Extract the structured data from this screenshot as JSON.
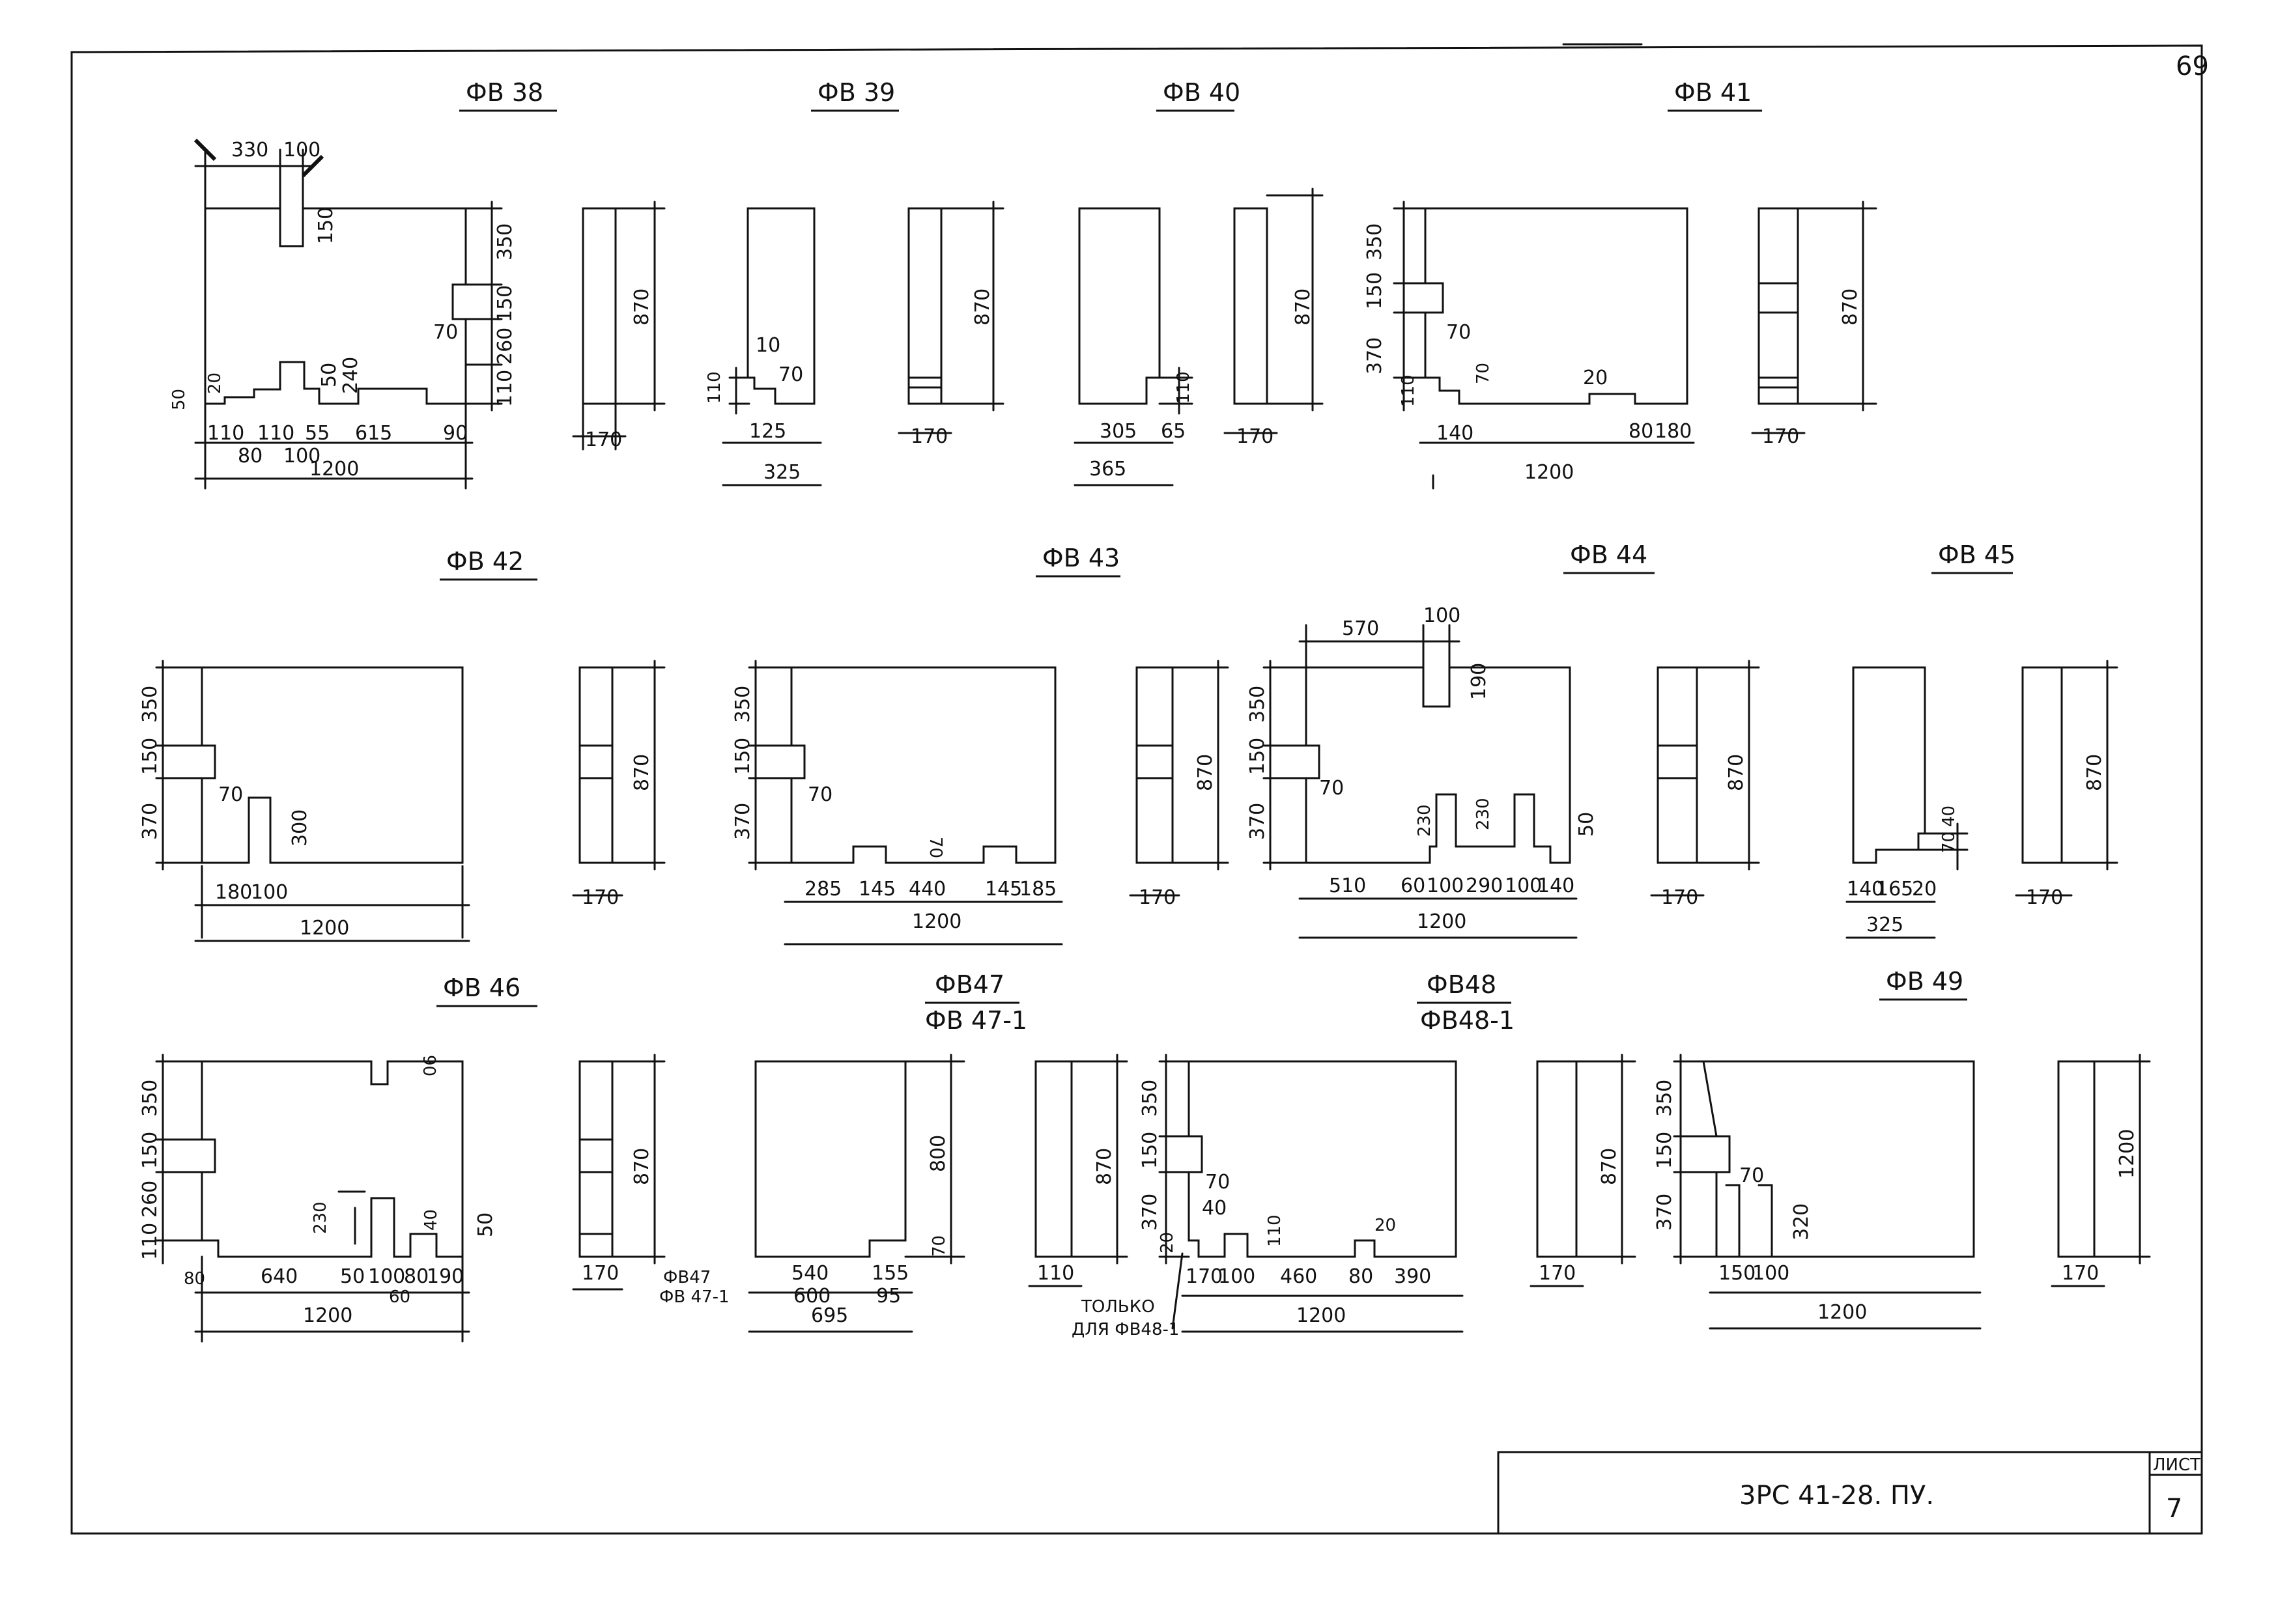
{
  "sheet": {
    "page_number": "69",
    "title_block": {
      "code": "3РС 41-28. ПУ.",
      "sheet_label": "ЛИСТ",
      "sheet_number": "7"
    }
  },
  "panels": {
    "fv38": {
      "title": "ФВ 38",
      "dims": [
        "330",
        "100",
        "150",
        "350",
        "150",
        "260",
        "110",
        "70",
        "50",
        "240",
        "20",
        "50",
        "110",
        "80",
        "110",
        "100",
        "55",
        "615",
        "90",
        "1200",
        "170",
        "870"
      ]
    },
    "fv39": {
      "title": "ФВ 39",
      "dims": [
        "110",
        "10",
        "70",
        "125",
        "325",
        "170",
        "870"
      ]
    },
    "fv40": {
      "title": "ФВ 40",
      "dims": [
        "110",
        "305",
        "65",
        "365",
        "170",
        "870"
      ]
    },
    "fv41": {
      "title": "ФВ 41",
      "dims": [
        "350",
        "150",
        "370",
        "110",
        "70",
        "70",
        "20",
        "140",
        "80",
        "180",
        "1200",
        "170",
        "870"
      ]
    },
    "fv42": {
      "title": "ФВ 42",
      "dims": [
        "350",
        "150",
        "370",
        "70",
        "300",
        "180",
        "100",
        "1200",
        "170",
        "870"
      ]
    },
    "fv43": {
      "title": "ФВ 43",
      "dims": [
        "350",
        "150",
        "370",
        "70",
        "70",
        "285",
        "145",
        "440",
        "145",
        "185",
        "1200",
        "170",
        "870"
      ]
    },
    "fv44": {
      "title": "ФВ 44",
      "dims": [
        "570",
        "100",
        "190",
        "350",
        "150",
        "370",
        "70",
        "230",
        "230",
        "50",
        "510",
        "60",
        "100",
        "290",
        "100",
        "140",
        "1200",
        "170",
        "870"
      ]
    },
    "fv45": {
      "title": "ФВ 45",
      "dims": [
        "40",
        "70",
        "140",
        "165",
        "20",
        "325",
        "170",
        "870"
      ]
    },
    "fv46": {
      "title": "ФВ 46",
      "dims": [
        "90",
        "350",
        "150",
        "260",
        "110",
        "230",
        "40",
        "50",
        "80",
        "640",
        "50",
        "100",
        "80",
        "190",
        "60",
        "1200",
        "170",
        "870"
      ]
    },
    "fv47": {
      "title": "ФВ47",
      "subtitle": "ФВ 47-1",
      "dims": [
        "800",
        "70",
        "540",
        "155",
        "600",
        "95",
        "695",
        "110",
        "870"
      ],
      "note_lines": [
        "ФВ47",
        "ФВ 47-1"
      ]
    },
    "fv48": {
      "title": "ФВ48",
      "subtitle": "ФВ48-1",
      "dims": [
        "350",
        "150",
        "370",
        "70",
        "40",
        "20",
        "170",
        "100",
        "110",
        "460",
        "80",
        "20",
        "390",
        "1200",
        "170",
        "870"
      ],
      "note_lines": [
        "ТОЛЬКО",
        "ДЛЯ ФВ48-1"
      ]
    },
    "fv49": {
      "title": "ФВ 49",
      "dims": [
        "350",
        "150",
        "370",
        "70",
        "320",
        "150",
        "100",
        "1200",
        "170",
        "1200"
      ]
    }
  }
}
